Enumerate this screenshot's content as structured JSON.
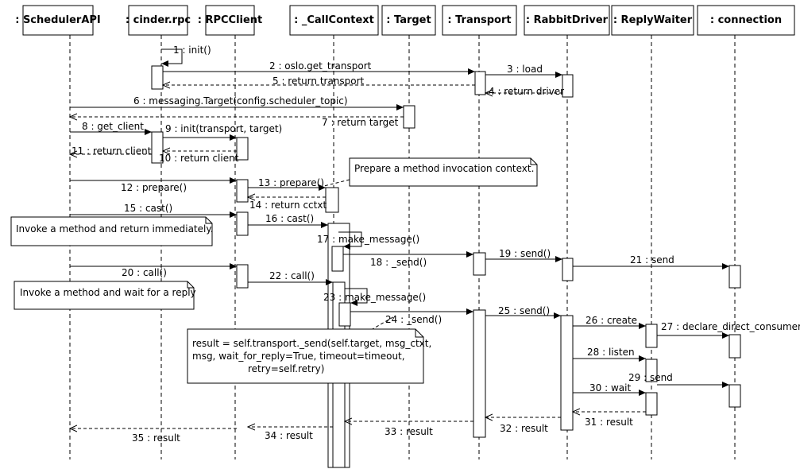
{
  "participants": [
    ": SchedulerAPI",
    ": cinder.rpc",
    ": RPCClient",
    ": _CallContext",
    ": Target",
    ": Transport",
    ": RabbitDriver",
    ": ReplyWaiter",
    ": connection"
  ],
  "messages": [
    {
      "label": "1 : init()",
      "kind": "self"
    },
    {
      "label": "2 : oslo.get_transport",
      "kind": "sync"
    },
    {
      "label": "3 : load",
      "kind": "sync"
    },
    {
      "label": "4 : return driver",
      "kind": "return"
    },
    {
      "label": "5 : return transport",
      "kind": "return"
    },
    {
      "label": "6 : messaging.Target(config.scheduler_topic)",
      "kind": "sync"
    },
    {
      "label": "7 : return target",
      "kind": "return"
    },
    {
      "label": "8 : get_client",
      "kind": "sync"
    },
    {
      "label": "9 : init(transport, target)",
      "kind": "sync"
    },
    {
      "label": "10 : return client",
      "kind": "return"
    },
    {
      "label": "11 : return client",
      "kind": "return"
    },
    {
      "label": "12 : prepare()",
      "kind": "sync"
    },
    {
      "label": "13 : prepare()",
      "kind": "sync"
    },
    {
      "label": "14 : return cctxt",
      "kind": "return"
    },
    {
      "label": "15 : cast()",
      "kind": "sync"
    },
    {
      "label": "16 : cast()",
      "kind": "sync"
    },
    {
      "label": "17 : make_message()",
      "kind": "self"
    },
    {
      "label": "18 : _send()",
      "kind": "sync"
    },
    {
      "label": "19 : send()",
      "kind": "sync"
    },
    {
      "label": "21 : send",
      "kind": "sync"
    },
    {
      "label": "20 : call()",
      "kind": "sync"
    },
    {
      "label": "22 : call()",
      "kind": "sync"
    },
    {
      "label": "23 : make_message()",
      "kind": "self"
    },
    {
      "label": "24 : _send()",
      "kind": "sync"
    },
    {
      "label": "25 : send()",
      "kind": "sync"
    },
    {
      "label": "26 : create",
      "kind": "sync"
    },
    {
      "label": "27 : declare_direct_consumer",
      "kind": "sync"
    },
    {
      "label": "28 : listen",
      "kind": "sync"
    },
    {
      "label": "29 : send",
      "kind": "sync"
    },
    {
      "label": "30 : wait",
      "kind": "sync"
    },
    {
      "label": "31 : result",
      "kind": "return"
    },
    {
      "label": "32 : result",
      "kind": "return"
    },
    {
      "label": "33 : result",
      "kind": "return"
    },
    {
      "label": "34 : result",
      "kind": "return"
    },
    {
      "label": "35 : result",
      "kind": "return"
    }
  ],
  "notes": [
    {
      "lines": [
        "Prepare a method invocation context."
      ]
    },
    {
      "lines": [
        "Invoke a method and return immediately."
      ]
    },
    {
      "lines": [
        "Invoke a method and wait for a reply"
      ]
    },
    {
      "lines": [
        "result = self.transport._send(self.target, msg_ctxt,",
        "msg, wait_for_reply=True, timeout=timeout,",
        "retry=self.retry)"
      ]
    }
  ],
  "colors": {
    "line": "#000000",
    "background": "#ffffff",
    "text": "#000000",
    "lifeline": "#000000"
  }
}
